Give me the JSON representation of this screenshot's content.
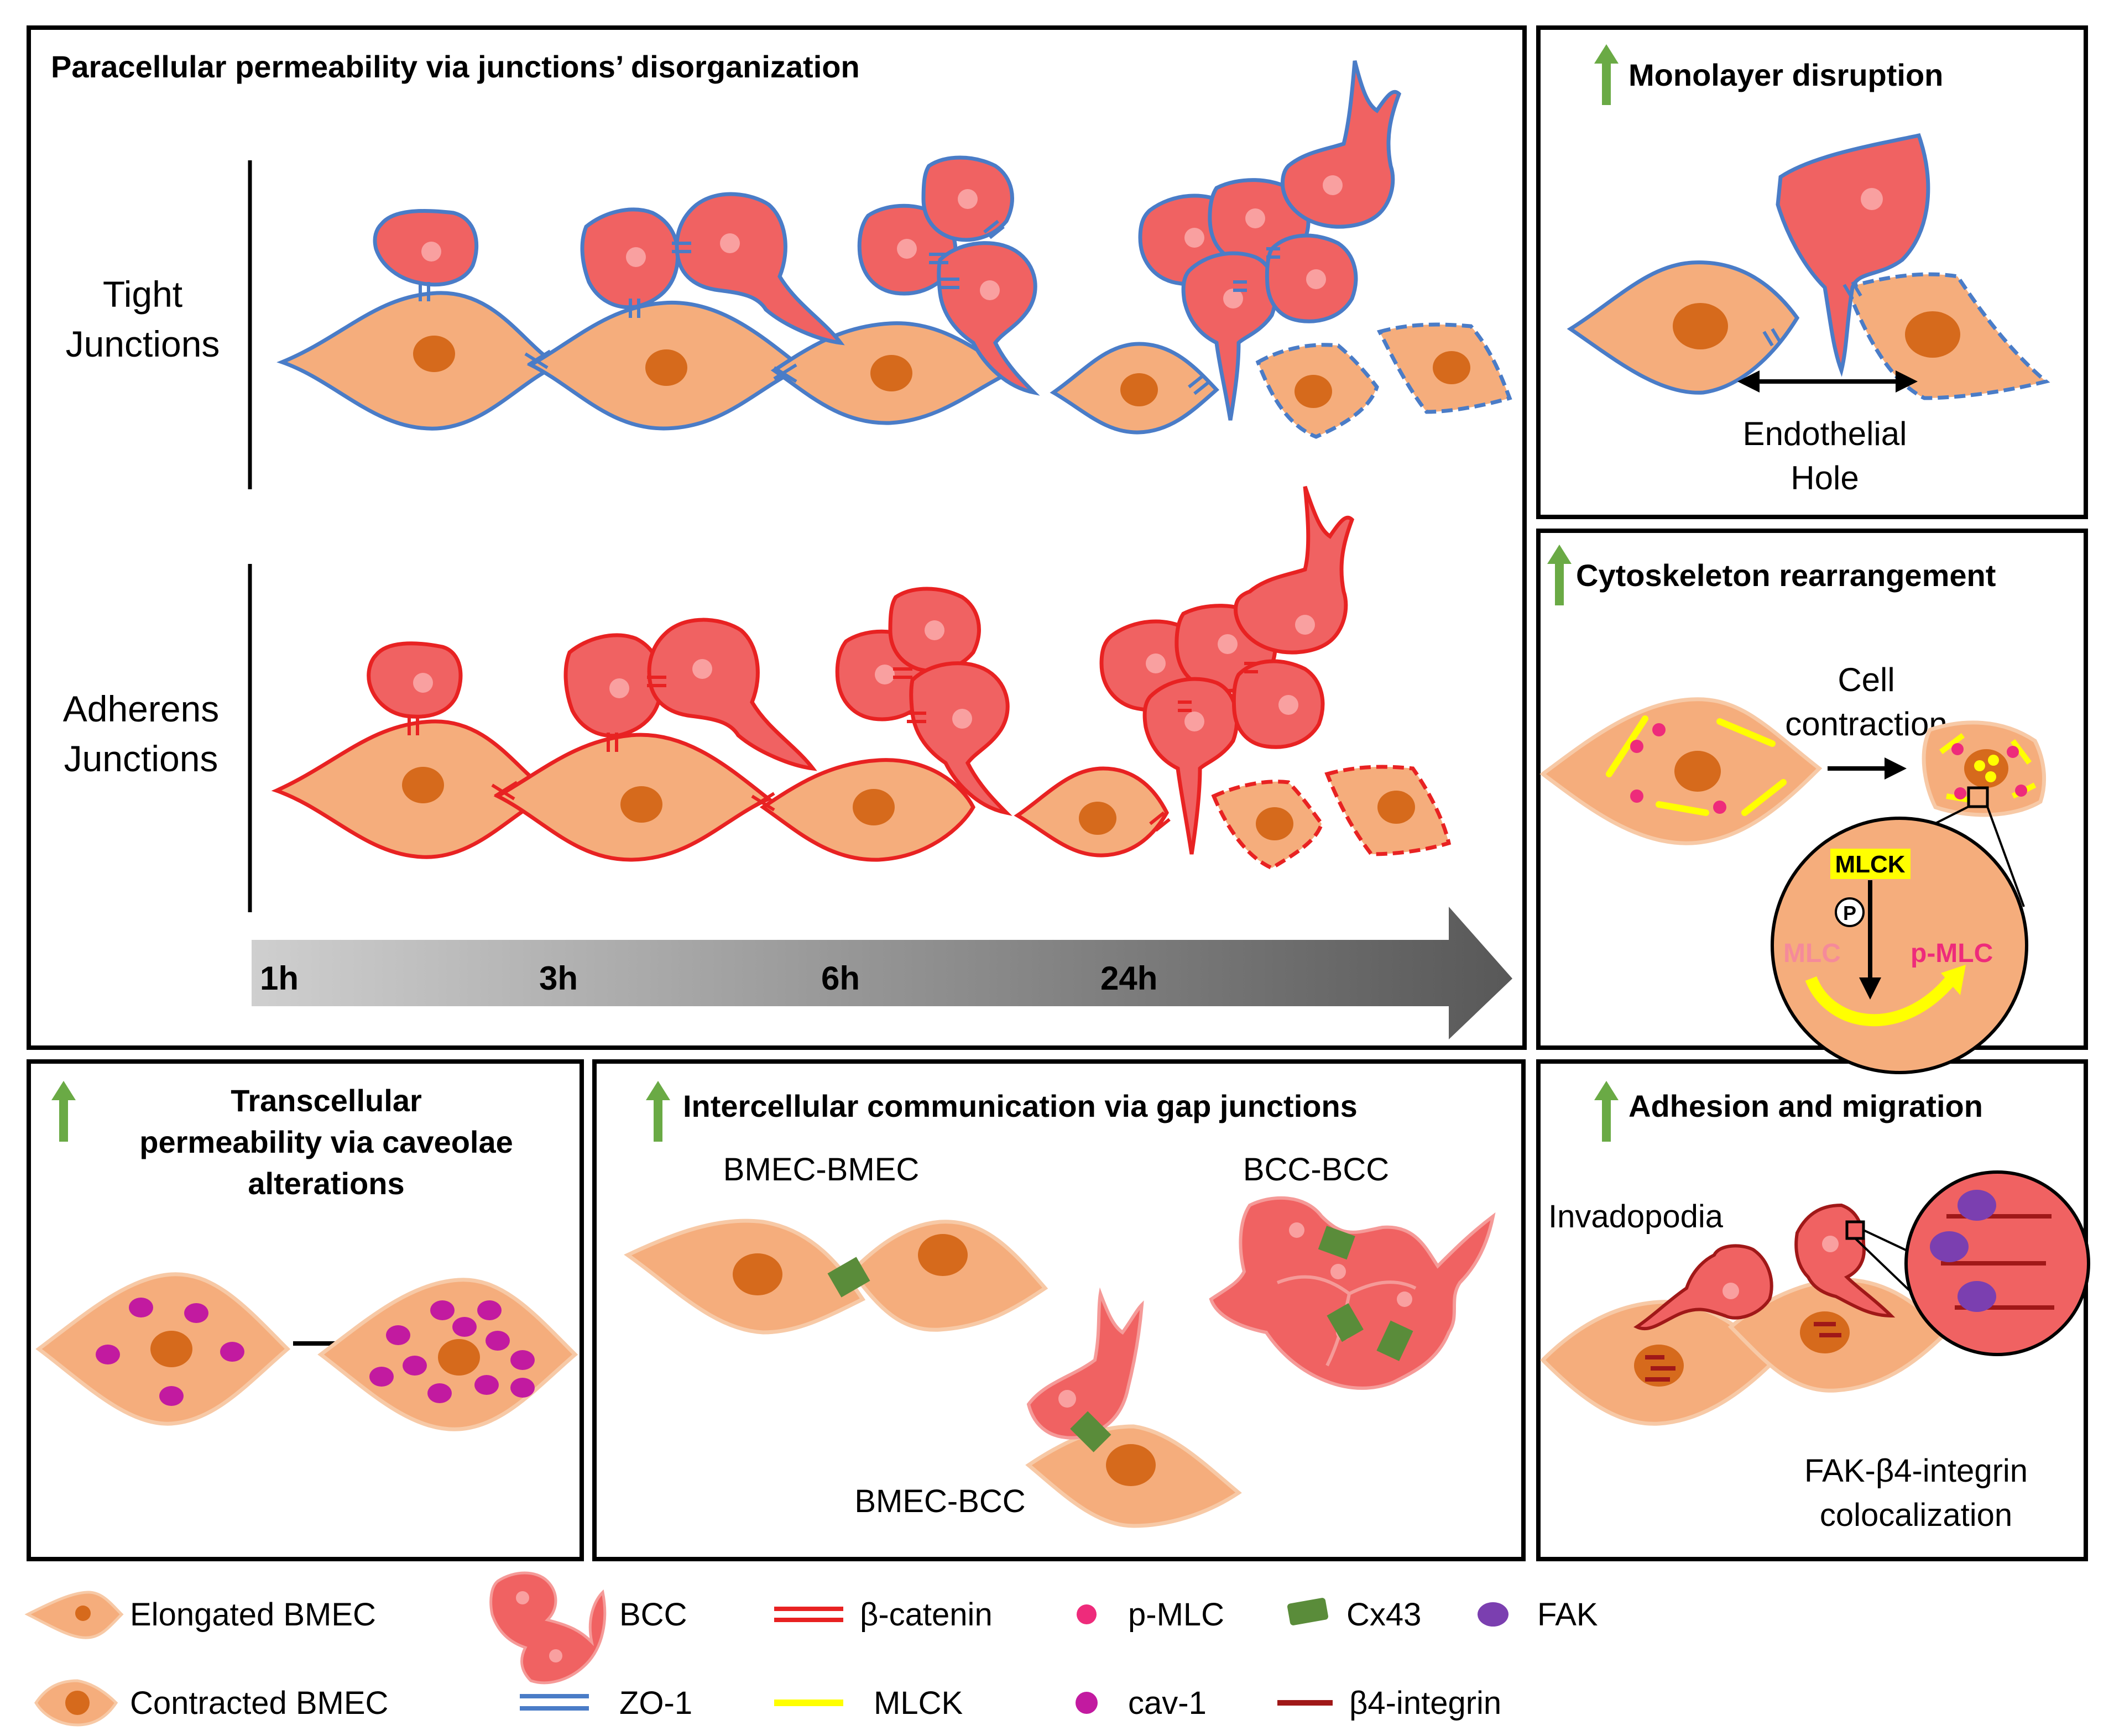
{
  "panels": {
    "paracellular": {
      "title": "Paracellular permeability via junctions’ disorganization",
      "row1_label": [
        "Tight",
        "Junctions"
      ],
      "row2_label": [
        "Adherens",
        "Junctions"
      ],
      "timeline": [
        "1h",
        "3h",
        "6h",
        "24h"
      ]
    },
    "monolayer": {
      "title": "Monolayer disruption",
      "hole_label": [
        "Endothelial",
        "Hole"
      ]
    },
    "cytoskeleton": {
      "title": "Cytoskeleton rearrangement",
      "arrow_label": [
        "Cell",
        "contraction"
      ],
      "mlck": "MLCK",
      "p": "P",
      "mlc": "MLC",
      "pmlc": "p-MLC"
    },
    "transcellular": {
      "title": [
        "Transcellular",
        "permeability via caveolae",
        "alterations"
      ]
    },
    "intercellular": {
      "title": "Intercellular communication via gap junctions",
      "bmec_bmec": "BMEC-BMEC",
      "bcc_bcc": "BCC-BCC",
      "bmec_bcc": "BMEC-BCC"
    },
    "adhesion": {
      "title": "Adhesion and migration",
      "invadopodia": "Invadopodia",
      "coloc": [
        "FAK-β4-integrin",
        "colocalization"
      ]
    }
  },
  "legend": {
    "elongated": "Elongated BMEC",
    "contracted": "Contracted BMEC",
    "bcc": "BCC",
    "bcatenin": "β-catenin",
    "zo1": "ZO-1",
    "pmlc": "p-MLC",
    "mlck": "MLCK",
    "cx43": "Cx43",
    "cav1": "cav-1",
    "fak": "FAK",
    "b4integrin": "β4-integrin"
  },
  "colors": {
    "bmec_fill": "#f5ad7c",
    "bmec_stroke": "#f7c9a6",
    "nucleus": "#d66a1c",
    "bcc_fill": "#f06262",
    "bcc_stroke": "#f59a98",
    "zo1": "#4a7cc7",
    "bcatenin": "#e82222",
    "up_arrow": "#6aaa45",
    "pmlc": "#ee2b7b",
    "mlck": "#ffff00",
    "cx43": "#5a8c3a",
    "cav1": "#c21aa0",
    "fak": "#7b3fb0",
    "b4integrin": "#a01818"
  }
}
